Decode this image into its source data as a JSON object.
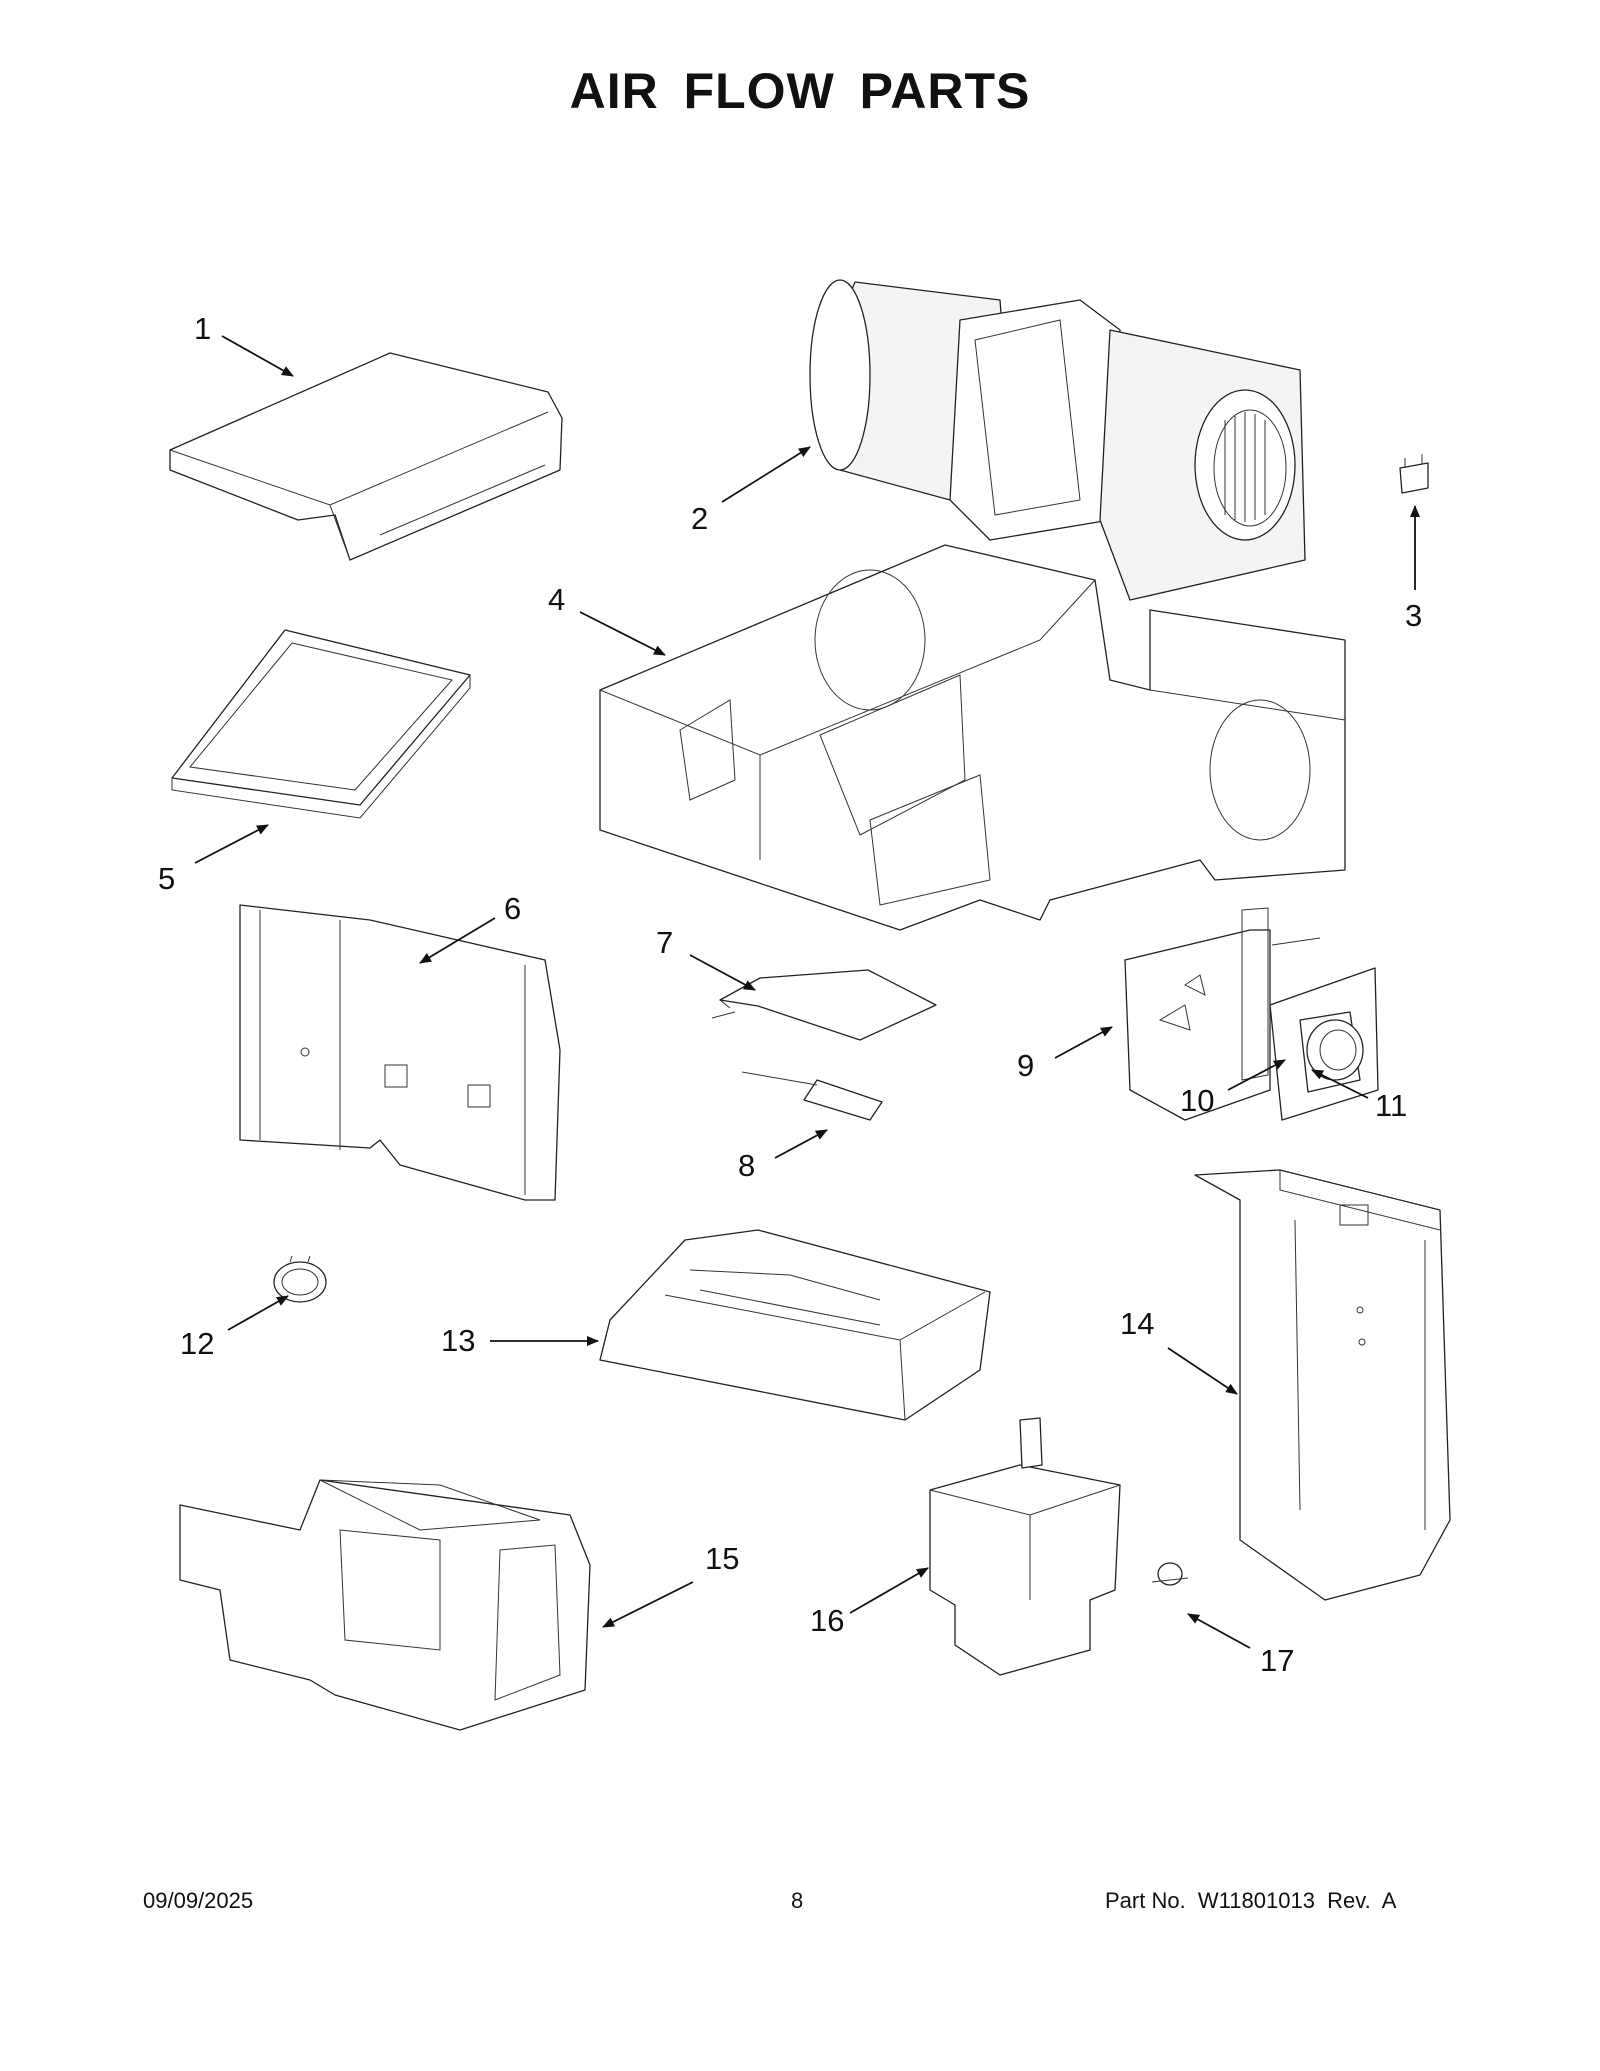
{
  "title": "AIR FLOW PARTS",
  "callouts": [
    {
      "id": "1",
      "label": "1"
    },
    {
      "id": "2",
      "label": "2"
    },
    {
      "id": "3",
      "label": "3"
    },
    {
      "id": "4",
      "label": "4"
    },
    {
      "id": "5",
      "label": "5"
    },
    {
      "id": "6",
      "label": "6"
    },
    {
      "id": "7",
      "label": "7"
    },
    {
      "id": "8",
      "label": "8"
    },
    {
      "id": "9",
      "label": "9"
    },
    {
      "id": "10",
      "label": "10"
    },
    {
      "id": "11",
      "label": "11"
    },
    {
      "id": "12",
      "label": "12"
    },
    {
      "id": "13",
      "label": "13"
    },
    {
      "id": "14",
      "label": "14"
    },
    {
      "id": "15",
      "label": "15"
    },
    {
      "id": "16",
      "label": "16"
    },
    {
      "id": "17",
      "label": "17"
    }
  ],
  "footer": {
    "date": "09/09/2025",
    "page_number": "8",
    "part_number": "Part No.  W11801013  Rev.  A"
  }
}
